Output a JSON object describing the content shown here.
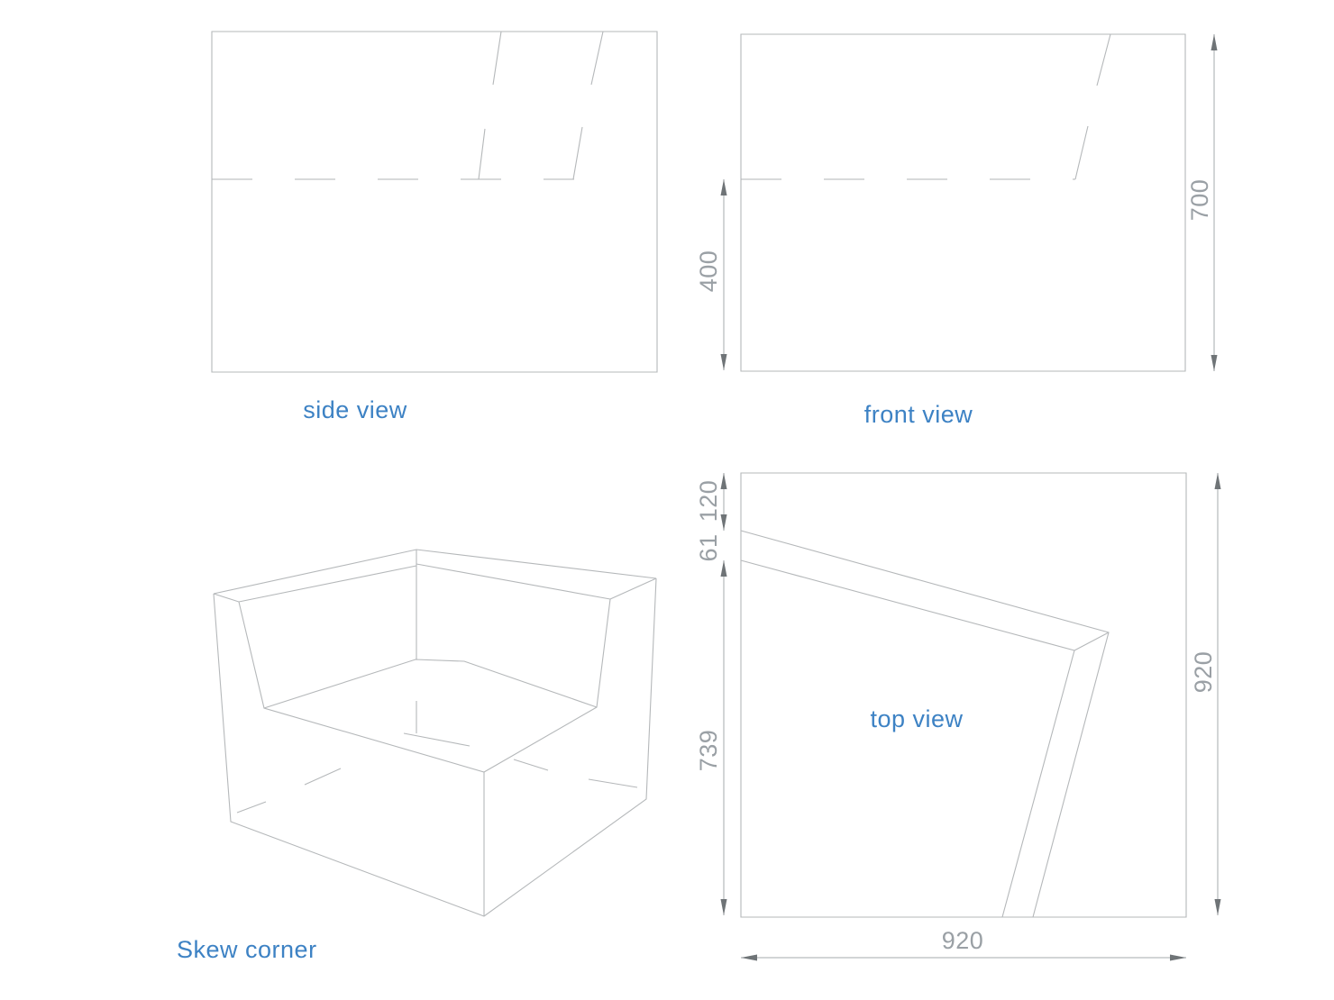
{
  "drawing": {
    "views": {
      "side": {
        "label": "side view"
      },
      "front": {
        "label": "front view",
        "dimensions": {
          "seat_height": "400",
          "overall_height": "700"
        }
      },
      "top": {
        "label": "top view",
        "dimensions": {
          "back_offset": "120",
          "back_thickness": "61",
          "seat_depth": "739",
          "overall_depth": "920",
          "overall_width": "920"
        }
      },
      "perspective": {
        "label": "Skew corner"
      }
    }
  },
  "colors": {
    "background": "#ffffff",
    "line": "#b5b8ba",
    "dimension_line": "#a6abae",
    "arrowhead": "#6f7477",
    "dimension_text": "#9aa0a5",
    "label_text": "#3d82c4"
  }
}
